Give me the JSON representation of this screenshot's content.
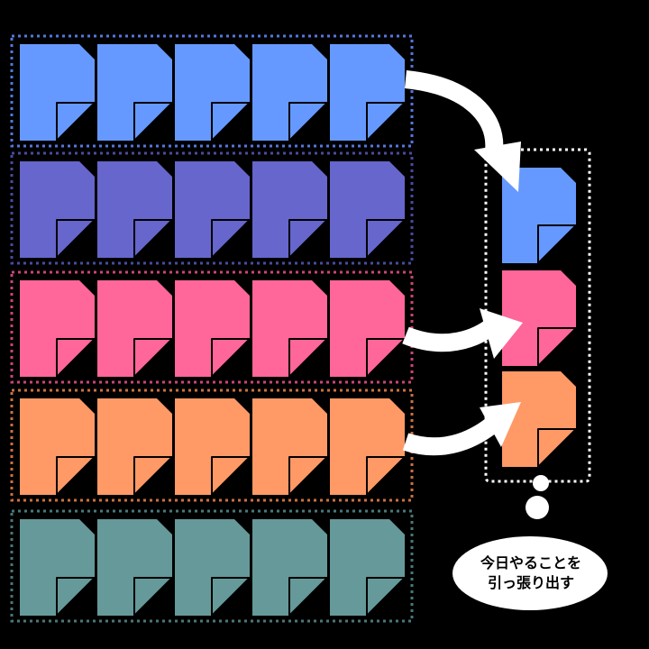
{
  "diagram": {
    "rows": [
      {
        "id": "blue",
        "color": "#6699FF",
        "border": "#5577dd",
        "pages": 5
      },
      {
        "id": "indigo",
        "color": "#6666CC",
        "border": "#4a4aa0",
        "pages": 5
      },
      {
        "id": "pink",
        "color": "#FF6699",
        "border": "#cc4477",
        "pages": 5
      },
      {
        "id": "orange",
        "color": "#FF9966",
        "border": "#cc7040",
        "pages": 5
      },
      {
        "id": "teal",
        "color": "#669999",
        "border": "#4a7777",
        "pages": 5
      }
    ],
    "selected": [
      "blue",
      "pink",
      "orange"
    ],
    "arrow_color": "#FFFFFF",
    "tray_border": "#FFFFFF",
    "bubble": {
      "line1": "今日やることを",
      "line2": "引っ張り出す",
      "fill": "#FFFFFF"
    }
  }
}
